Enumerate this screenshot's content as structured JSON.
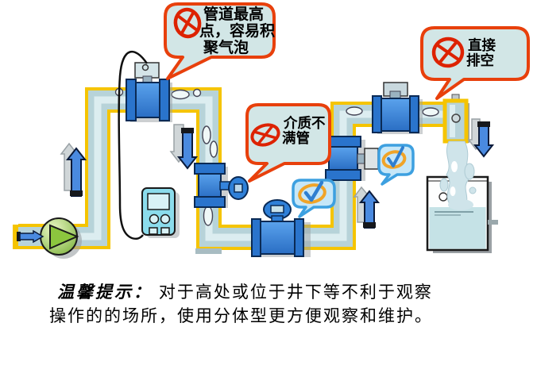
{
  "callouts": {
    "highest_point": {
      "icon": "crossed-circle",
      "lines": [
        "管道最高",
        "点，容易积",
        "聚气泡"
      ]
    },
    "not_full_pipe": {
      "icon": "crossed-circle",
      "lines": [
        "介质不",
        "满管"
      ]
    },
    "direct_drain": {
      "icon": "crossed-circle",
      "lines": [
        "直接",
        "排空"
      ]
    },
    "ok_horizontal_meter": {
      "icon": "check-circle"
    },
    "ok_vertical_meter": {
      "icon": "check-circle"
    }
  },
  "tip": {
    "prefix": "温馨提示：",
    "line1_rest": " 对于高处或位于井下等不利于观察",
    "line2": "操作的的场所，使用分体型更方便观察和维护。"
  },
  "colors": {
    "pipe_outline": "#f5c400",
    "pipe_fill": "#b7d3d9",
    "flowmeter_blue": "#3a8ae0",
    "flange_blue": "#2a74cc",
    "warning_red": "#e8400c",
    "warning_bubble_fill": "#d2e6e6",
    "ok_border_blue": "#3da0e0",
    "ok_bubble_fill": "#c6e7f8",
    "ok_ring_orange": "#f0a428",
    "pump_green": "#8cc63e",
    "water": "#c5e2e6",
    "arrow_blue": "#4a8ae0"
  }
}
